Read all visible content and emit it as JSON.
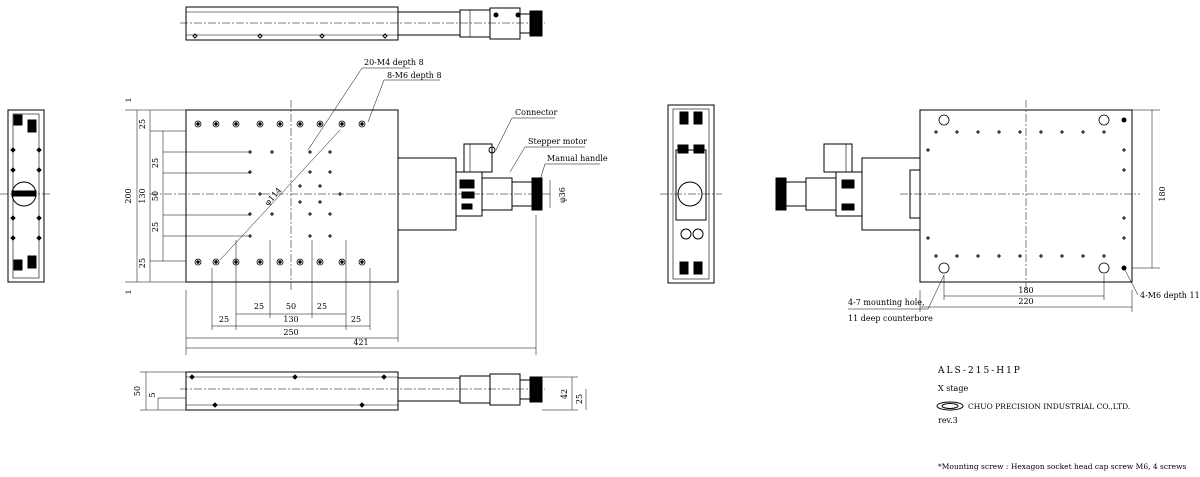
{
  "callouts": {
    "m4_holes": "20-M4 depth 8",
    "m6_holes": "8-M6 depth 8",
    "connector": "Connector",
    "stepper_motor": "Stepper motor",
    "manual_handle": "Manual handle",
    "diameter_114": "φ114",
    "diameter_36": "φ36",
    "mounting_hole_1": "4-7 mounting hole,",
    "mounting_hole_2": "11 deep counterbore",
    "m6_depth_11": "4-M6 depth 11"
  },
  "dims_top_view": {
    "height_200": "200",
    "left_25_top": "25",
    "left_25_mid_top": "25",
    "left_130": "130",
    "left_50": "50",
    "left_25_mid_bot": "25",
    "left_25_bot": "25",
    "left_1_top": "1",
    "left_1_bot": "1",
    "bottom_25_a": "25",
    "bottom_50": "50",
    "bottom_25_b": "25",
    "bottom_130": "130",
    "bottom_25_c": "25",
    "bottom_25_d": "25",
    "bottom_250": "250",
    "bottom_421": "421"
  },
  "dims_side_view": {
    "height_50": "50",
    "height_5": "5",
    "height_42": "42",
    "height_25": "25"
  },
  "dims_bottom_view": {
    "height_180": "180",
    "width_180": "180",
    "width_220": "220"
  },
  "title_block": {
    "model": "ALS-215-H1P",
    "description": "X stage",
    "company": "CHUO PRECISION INDUSTRIAL CO.,LTD.",
    "revision": "rev.3"
  },
  "footnote": "*Mounting screw : Hexagon socket head cap screw M6, 4 screws"
}
